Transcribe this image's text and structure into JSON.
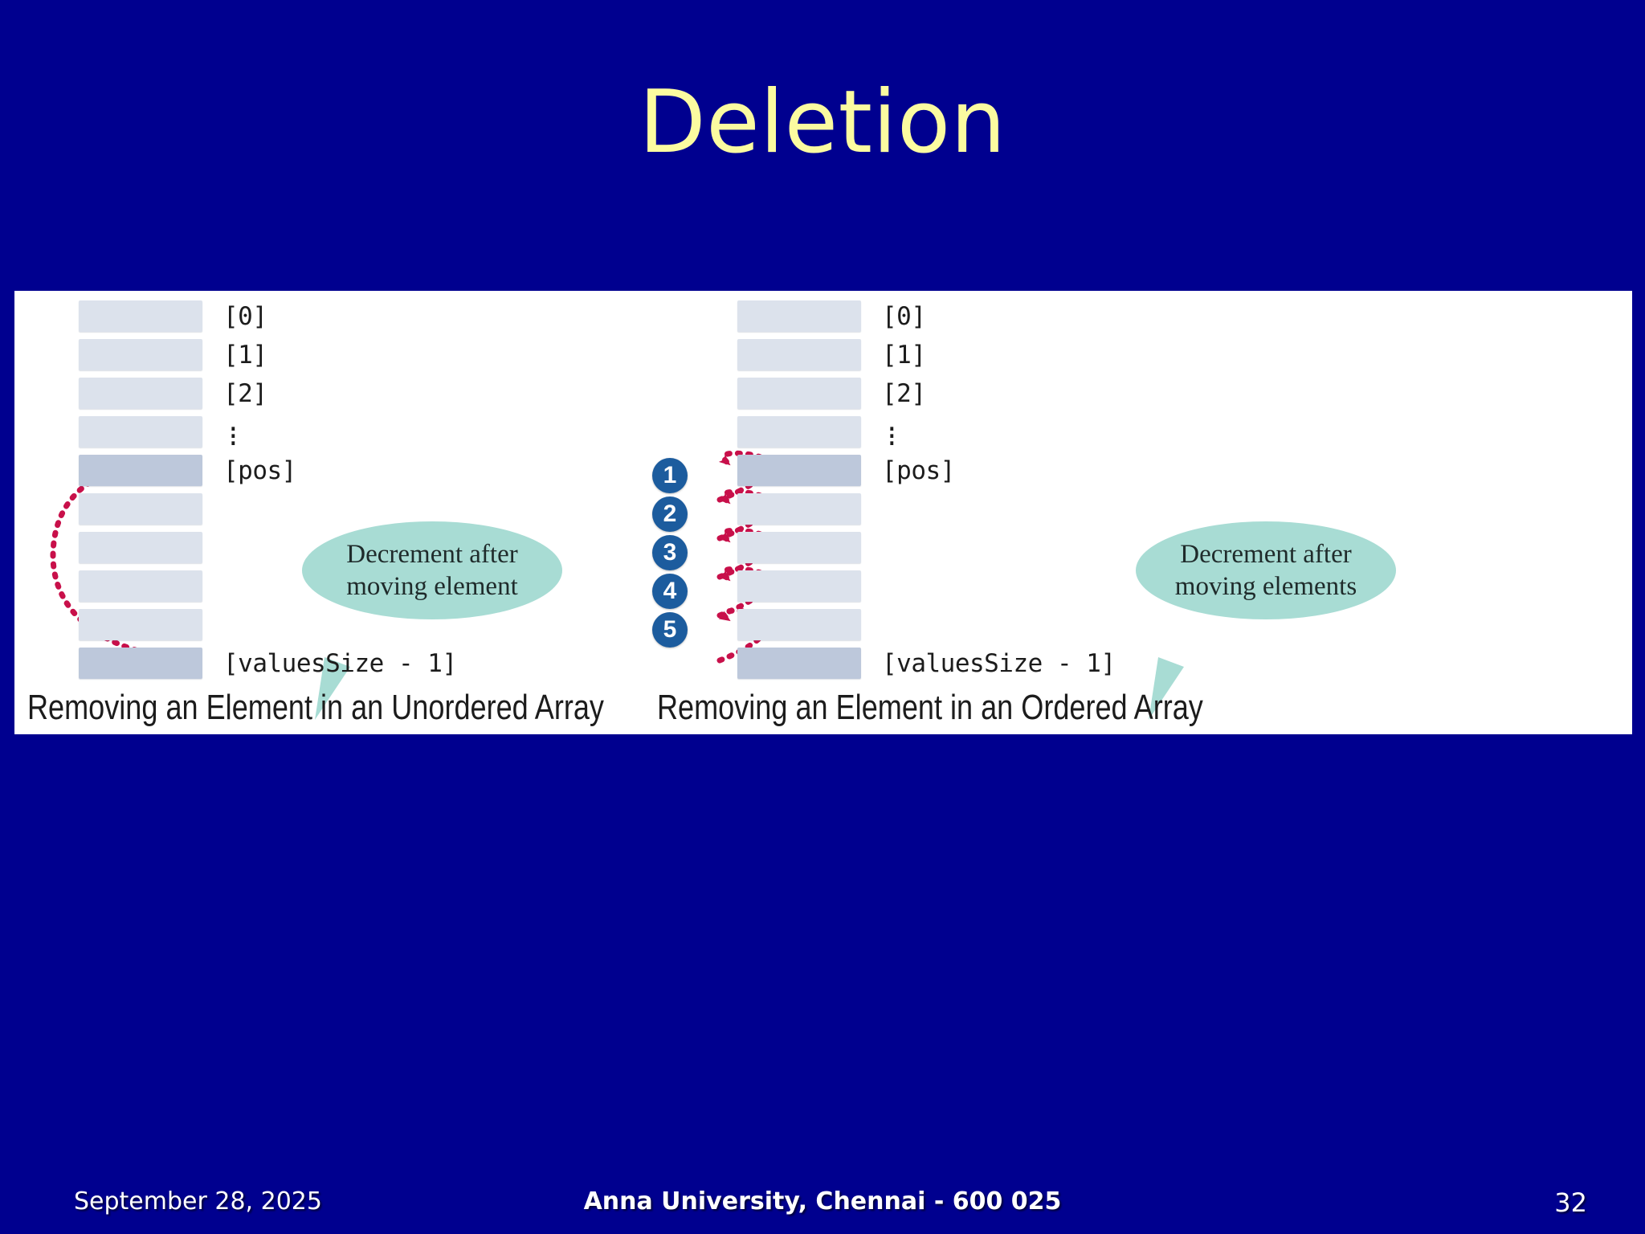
{
  "slide": {
    "title": "Deletion",
    "background_color": "#00008F",
    "title_color": "#FBFBA0",
    "page_number": "32"
  },
  "figure": {
    "panel_background": "#FFFFFF",
    "cell_color": "#DCE2EC",
    "cell_highlight_color": "#BDC8DB",
    "arrow_color": "#C8104A",
    "bubble_color": "#A8DCD4",
    "step_circle_color": "#1C5C9E",
    "unordered": {
      "caption": "Removing an Element in an Unordered Array",
      "index_labels": [
        "[0]",
        "[1]",
        "[2]"
      ],
      "ellipsis": "⋮",
      "pos_label": "[pos]",
      "last_label": "[valuesSize - 1]",
      "cell_count": 10,
      "pos_cell_index": 4,
      "last_cell_index": 9,
      "bubble": {
        "line1": "Decrement after",
        "line2": "moving element"
      }
    },
    "ordered": {
      "caption": "Removing an Element in an Ordered Array",
      "index_labels": [
        "[0]",
        "[1]",
        "[2]"
      ],
      "ellipsis": "⋮",
      "pos_label": "[pos]",
      "last_label": "[valuesSize - 1]",
      "cell_count": 10,
      "pos_cell_index": 4,
      "last_cell_index": 9,
      "steps": [
        "1",
        "2",
        "3",
        "4",
        "5"
      ],
      "bubble": {
        "line1": "Decrement after",
        "line2": "moving elements"
      }
    }
  },
  "footer": {
    "date": "September 28, 2025",
    "organization": "Anna University, Chennai - 600 025",
    "page": "32"
  }
}
